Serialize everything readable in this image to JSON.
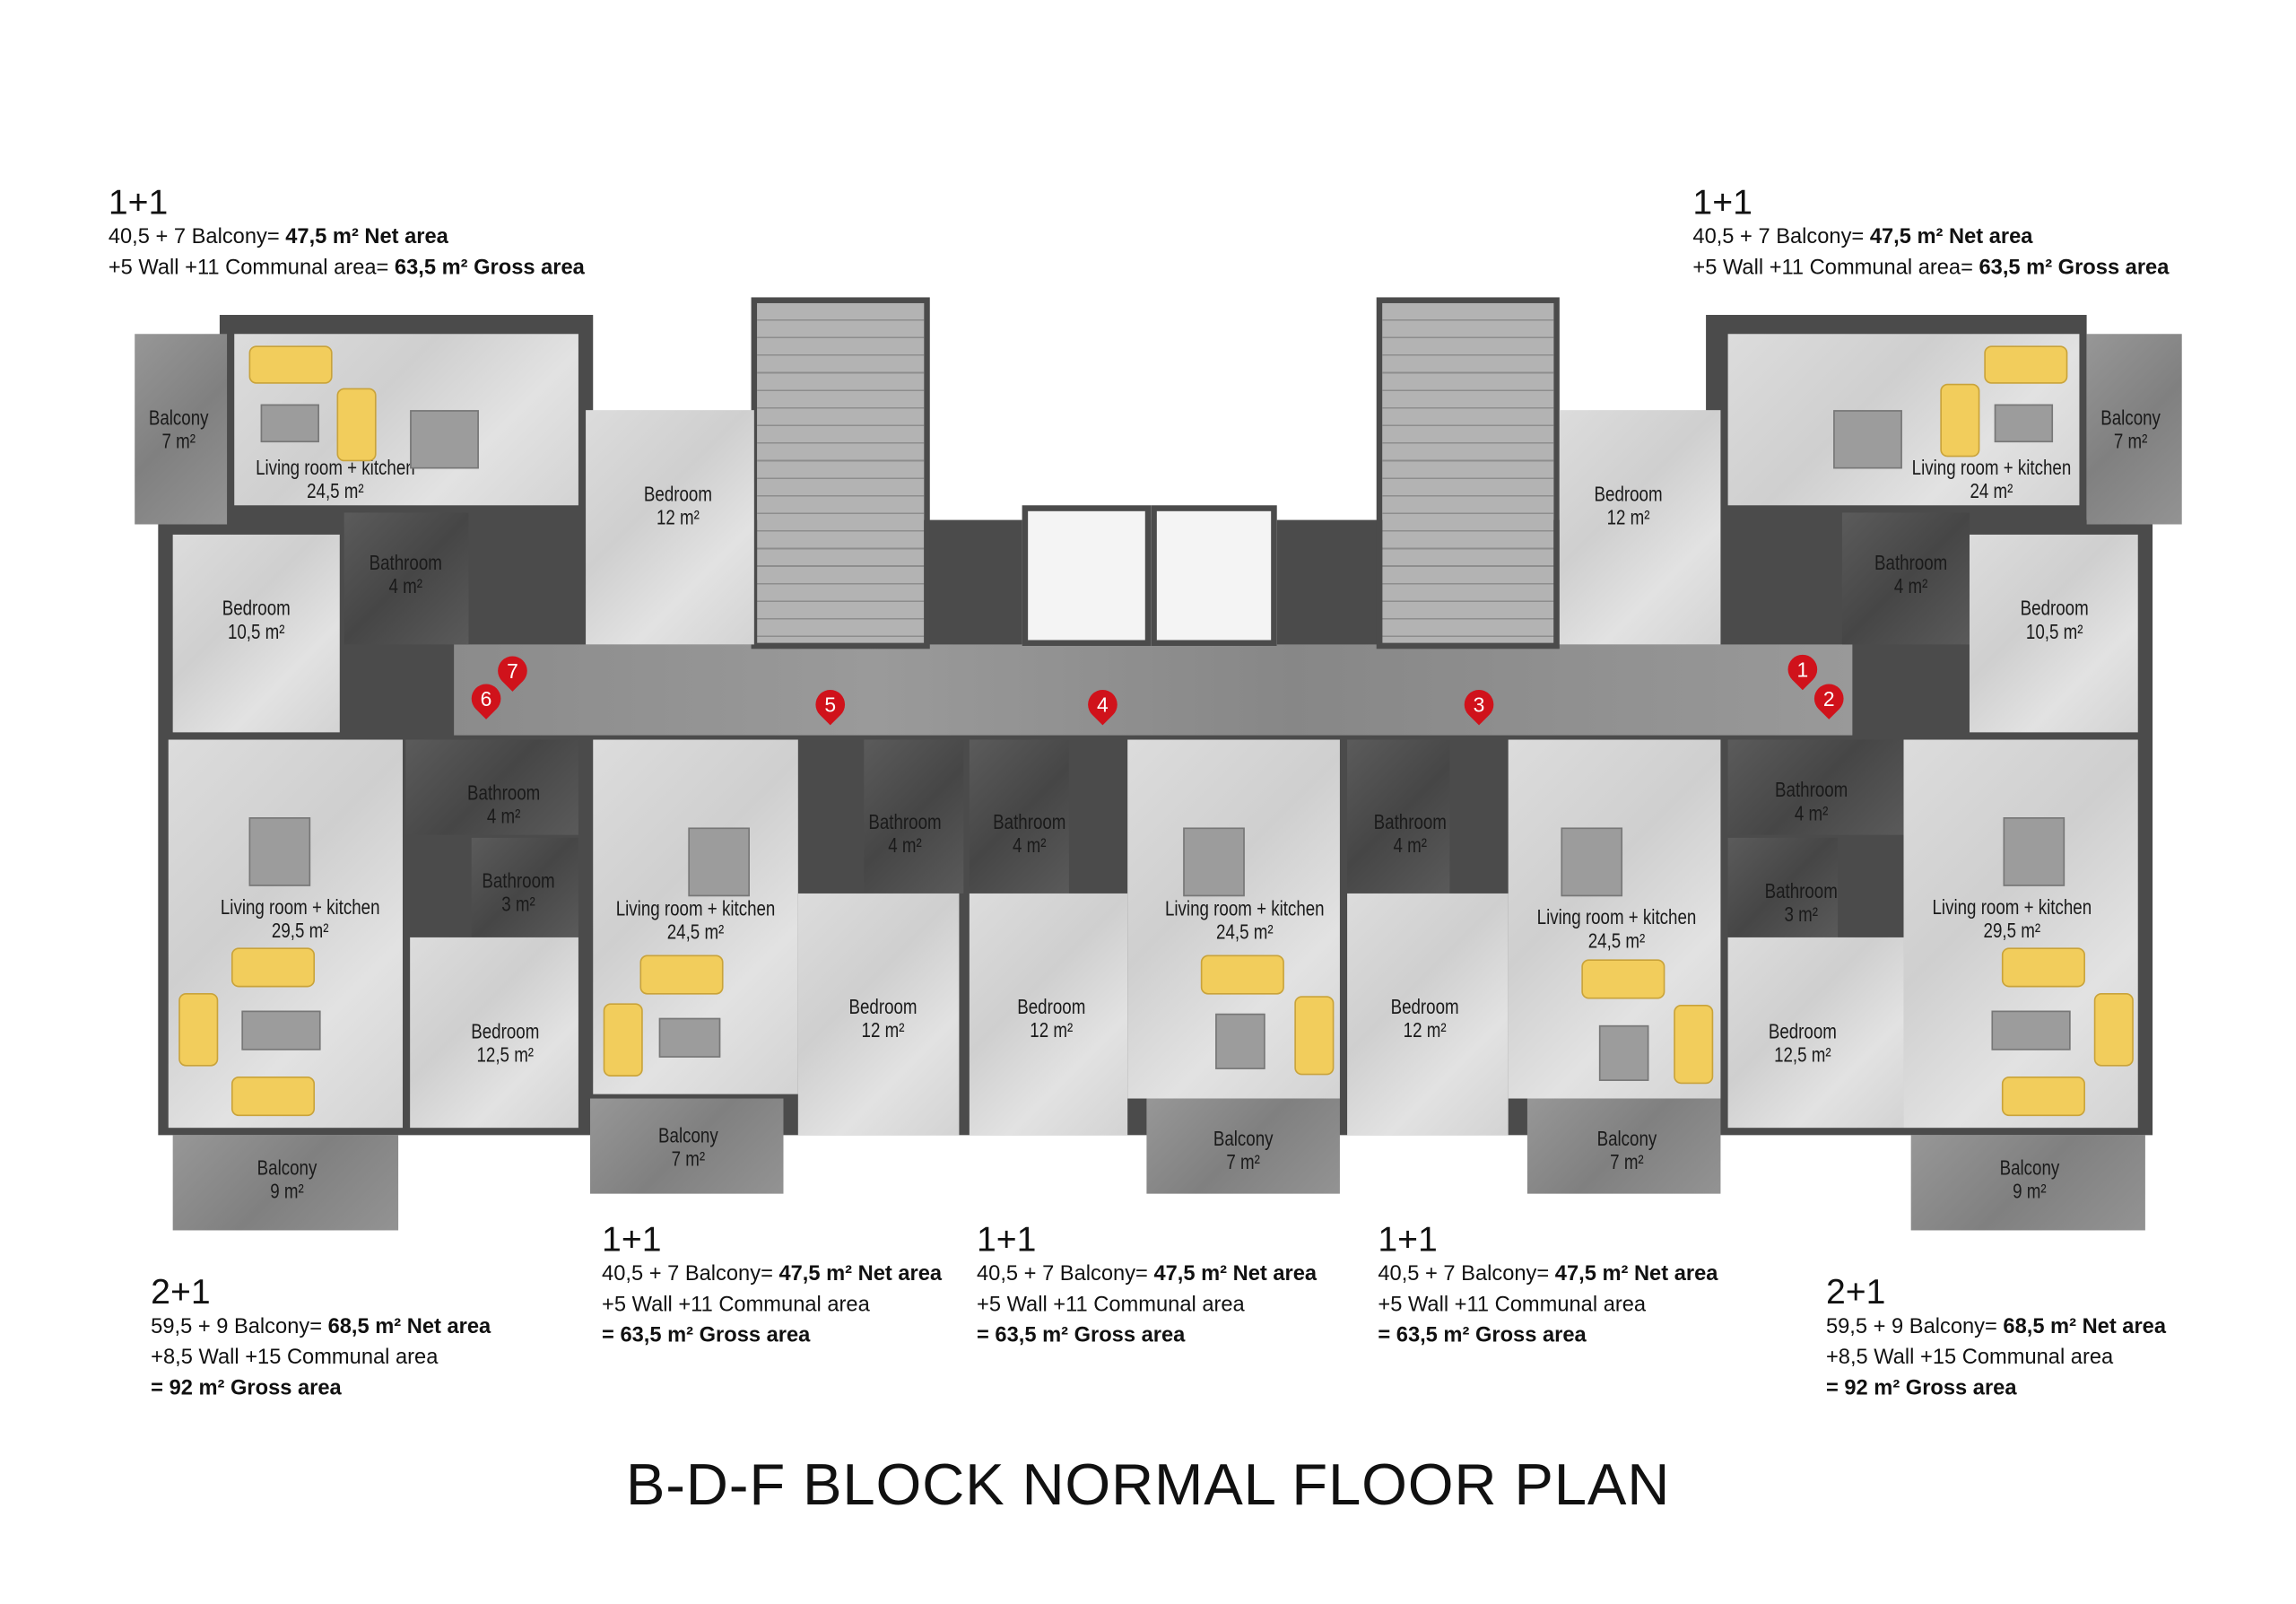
{
  "title": "B-D-F BLOCK NORMAL FLOOR PLAN",
  "units": [
    {
      "type": "1+1",
      "line1_pre": "40,5 + 7 Balcony= ",
      "line1_bold": "47,5 m² Net area",
      "line2_pre": "+5 Wall +11 Communal area= ",
      "line2_bold": "63,5 m² Gross area"
    },
    {
      "type": "1+1",
      "line1_pre": "40,5 + 7 Balcony= ",
      "line1_bold": "47,5 m² Net area",
      "line2_pre": "+5 Wall +11 Communal area= ",
      "line2_bold": "63,5 m² Gross area"
    },
    {
      "type": "2+1",
      "line1_pre": "59,5 + 9 Balcony= ",
      "line1_bold": "68,5 m² Net area",
      "line2_pre": "+8,5 Wall +15 Communal area",
      "line3_bold": "= 92 m² Gross area"
    },
    {
      "type": "1+1",
      "line1_pre": "40,5 + 7 Balcony= ",
      "line1_bold": "47,5 m² Net area",
      "line2_pre": "+5 Wall +11 Communal area",
      "line3_bold": "= 63,5 m² Gross area"
    },
    {
      "type": "1+1",
      "line1_pre": "40,5 + 7 Balcony= ",
      "line1_bold": "47,5 m² Net area",
      "line2_pre": "+5 Wall +11 Communal area",
      "line3_bold": "= 63,5 m² Gross area"
    },
    {
      "type": "1+1",
      "line1_pre": "40,5 + 7 Balcony= ",
      "line1_bold": "47,5 m² Net area",
      "line2_pre": "+5 Wall +11 Communal area",
      "line3_bold": "= 63,5 m² Gross area"
    },
    {
      "type": "2+1",
      "line1_pre": "59,5 + 9 Balcony= ",
      "line1_bold": "68,5 m² Net area",
      "line2_pre": "+8,5 Wall +15 Communal area",
      "line3_bold": "= 92 m² Gross area"
    }
  ],
  "rooms": [
    {
      "name": "Balcony",
      "area": "7 m²"
    },
    {
      "name": "Living room + kitchen",
      "area": "24,5 m²"
    },
    {
      "name": "Bedroom",
      "area": "12 m²"
    },
    {
      "name": "Bedroom",
      "area": "10,5 m²"
    },
    {
      "name": "Bathroom",
      "area": "4 m²"
    },
    {
      "name": "Bedroom",
      "area": "12 m²"
    },
    {
      "name": "Living room + kitchen",
      "area": "24 m²"
    },
    {
      "name": "Balcony",
      "area": "7 m²"
    },
    {
      "name": "Bathroom",
      "area": "4 m²"
    },
    {
      "name": "Bedroom",
      "area": "10,5 m²"
    },
    {
      "name": "Living room + kitchen",
      "area": "29,5 m²"
    },
    {
      "name": "Bathroom",
      "area": "4 m²"
    },
    {
      "name": "Bathroom",
      "area": "3 m²"
    },
    {
      "name": "Bedroom",
      "area": "12,5 m²"
    },
    {
      "name": "Balcony",
      "area": "9 m²"
    },
    {
      "name": "Living room + kitchen",
      "area": "24,5 m²"
    },
    {
      "name": "Balcony",
      "area": "7 m²"
    },
    {
      "name": "Bathroom",
      "area": "4 m²"
    },
    {
      "name": "Bedroom",
      "area": "12 m²"
    },
    {
      "name": "Bathroom",
      "area": "4 m²"
    },
    {
      "name": "Bedroom",
      "area": "12 m²"
    },
    {
      "name": "Living room + kitchen",
      "area": "24,5 m²"
    },
    {
      "name": "Balcony",
      "area": "7 m²"
    },
    {
      "name": "Bathroom",
      "area": "4 m²"
    },
    {
      "name": "Bedroom",
      "area": "12 m²"
    },
    {
      "name": "Living room + kitchen",
      "area": "24,5 m²"
    },
    {
      "name": "Balcony",
      "area": "7 m²"
    },
    {
      "name": "Bathroom",
      "area": "4 m²"
    },
    {
      "name": "Bathroom",
      "area": "3 m²"
    },
    {
      "name": "Bedroom",
      "area": "12,5 m²"
    },
    {
      "name": "Living room + kitchen",
      "area": "29,5 m²"
    },
    {
      "name": "Balcony",
      "area": "9 m²"
    }
  ],
  "markers": [
    "1",
    "2",
    "3",
    "4",
    "5",
    "6",
    "7"
  ],
  "colors": {
    "marker": "#d0121b",
    "wall": "#4b4b4b",
    "furniture": "#f2cd5c"
  }
}
